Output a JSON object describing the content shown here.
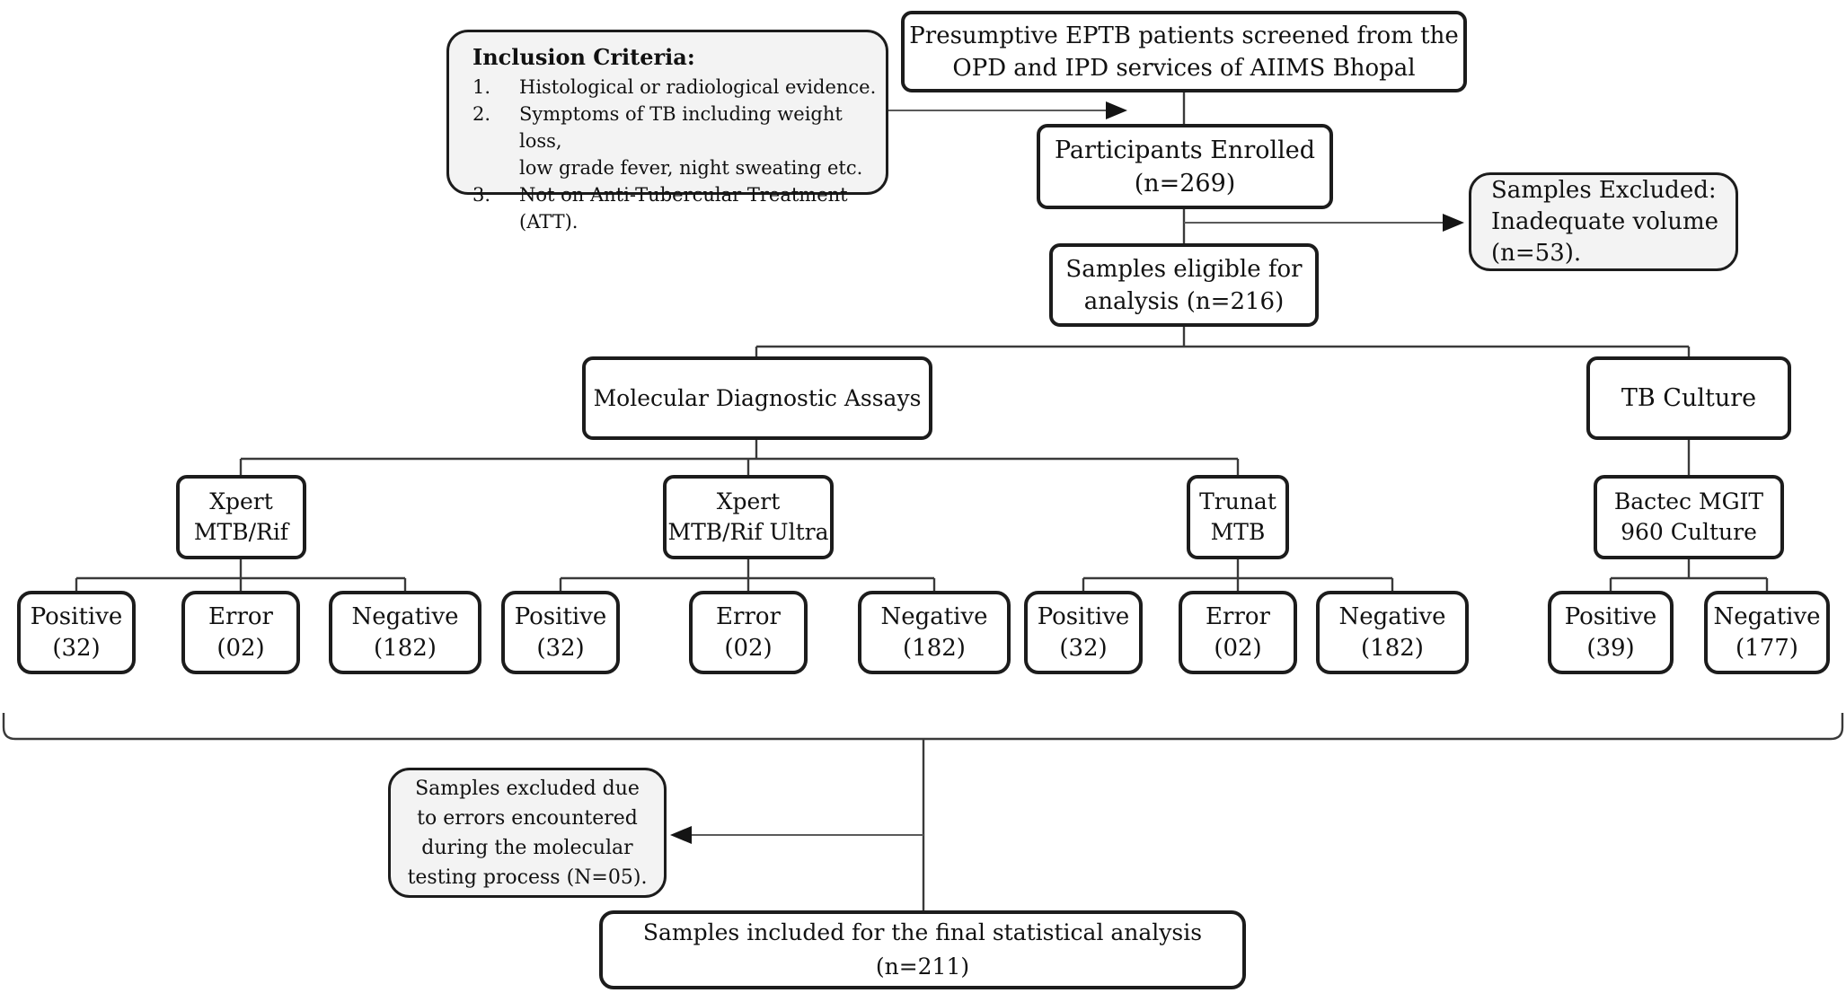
{
  "flowchart": {
    "screened": "Presumptive EPTB patients screened from the\nOPD and IPD services of AIIMS Bhopal",
    "inclusion_title": "Inclusion Criteria:",
    "inclusion_items": [
      {
        "num": "1.",
        "text": "Histological or radiological evidence."
      },
      {
        "num": "2.",
        "text": "Symptoms of TB including weight loss,\nlow grade fever, night sweating etc."
      },
      {
        "num": "3.",
        "text": "Not on Anti-Tubercular Treatment\n(ATT)."
      }
    ],
    "enrolled": "Participants Enrolled\n(n=269)",
    "excluded_volume": "Samples Excluded:\nInadequate volume\n(n=53).",
    "eligible": "Samples eligible for\nanalysis (n=216)",
    "molecular": "Molecular Diagnostic Assays",
    "tb_culture": "TB Culture",
    "assays": [
      {
        "name": "Xpert\nMTB/Rif"
      },
      {
        "name": "Xpert\nMTB/Rif Ultra"
      },
      {
        "name": "Trunat\nMTB"
      },
      {
        "name": "Bactec MGIT\n960 Culture"
      }
    ],
    "results": [
      {
        "label": "Positive",
        "count": "(32)"
      },
      {
        "label": "Error",
        "count": "(02)"
      },
      {
        "label": "Negative",
        "count": "(182)"
      },
      {
        "label": "Positive",
        "count": "(32)"
      },
      {
        "label": "Error",
        "count": "(02)"
      },
      {
        "label": "Negative",
        "count": "(182)"
      },
      {
        "label": "Positive",
        "count": "(32)"
      },
      {
        "label": "Error",
        "count": "(02)"
      },
      {
        "label": "Negative",
        "count": "(182)"
      },
      {
        "label": "Positive",
        "count": "(39)"
      },
      {
        "label": "Negative",
        "count": "(177)"
      }
    ],
    "excluded_errors": "Samples excluded due\nto errors encountered\nduring the molecular\ntesting process (N=05).",
    "final": "Samples included for the final statistical analysis\n(n=211)"
  },
  "colors": {
    "box_border": "#1c1c1c",
    "gray_fill": "#f3f3f3",
    "line": "#3a3a3a",
    "background": "#ffffff"
  }
}
